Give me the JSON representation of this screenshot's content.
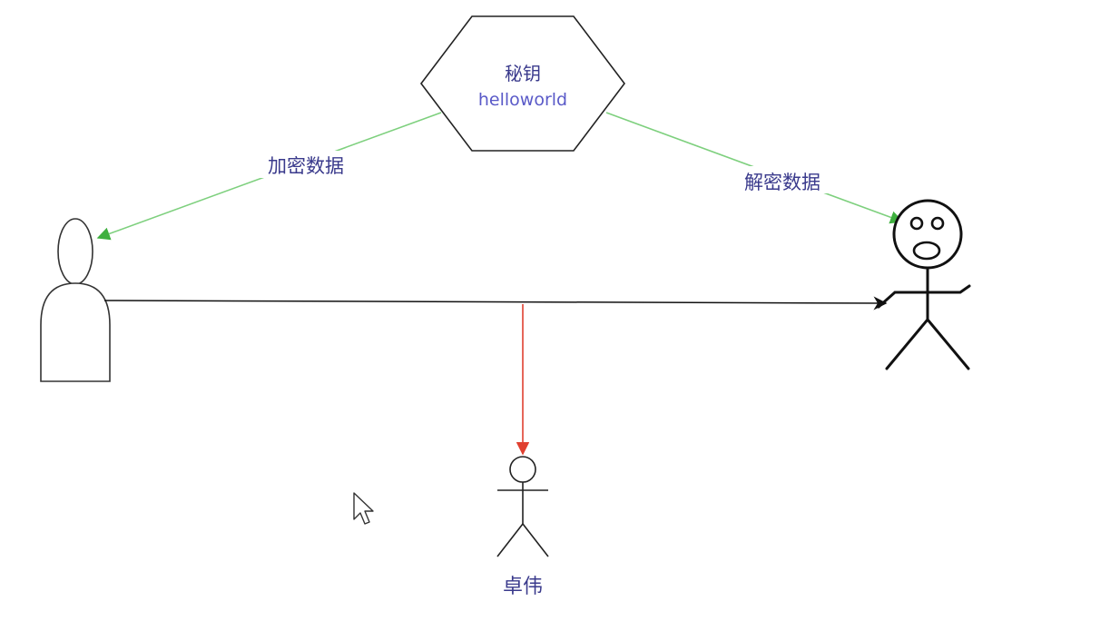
{
  "key_node": {
    "title": "秘钥",
    "value": "helloworld"
  },
  "edges": {
    "encrypt_label": "加密数据",
    "decrypt_label": "解密数据"
  },
  "eavesdropper": {
    "name": "卓伟"
  },
  "colors": {
    "label_text": "#3a3a8c",
    "key_value_text": "#5a5ac8",
    "green_arrow": "#7ed07e",
    "green_arrowhead": "#3fb03f",
    "red_arrow": "#e04030",
    "stroke": "#111111"
  },
  "icons": {
    "sender": "person-outline-icon",
    "receiver": "stick-figure-surprised-icon",
    "eavesdropper": "stick-figure-icon",
    "cursor": "mouse-pointer-icon"
  }
}
